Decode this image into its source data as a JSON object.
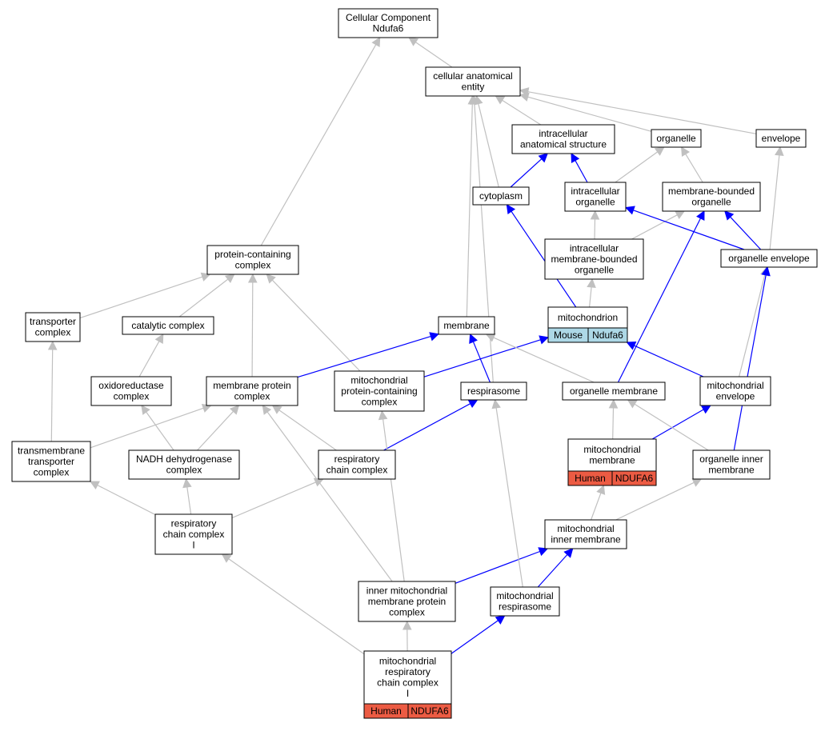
{
  "colors": {
    "gray_edge": "#c0c0c0",
    "blue_edge": "#0000ff",
    "mouse_fill": "#add8e6",
    "human_fill": "#ec5b43",
    "node_stroke": "#000000",
    "node_fill": "#ffffff"
  },
  "nodes": [
    {
      "id": "cc",
      "lines": [
        "Cellular Component",
        "Ndufa6"
      ]
    },
    {
      "id": "cae",
      "lines": [
        "cellular anatomical",
        "entity"
      ]
    },
    {
      "id": "ias",
      "lines": [
        "intracellular",
        "anatomical structure"
      ]
    },
    {
      "id": "organelle",
      "lines": [
        "organelle"
      ]
    },
    {
      "id": "envelope",
      "lines": [
        "envelope"
      ]
    },
    {
      "id": "cytoplasm",
      "lines": [
        "cytoplasm"
      ]
    },
    {
      "id": "iorg",
      "lines": [
        "intracellular",
        "organelle"
      ]
    },
    {
      "id": "mbo",
      "lines": [
        "membrane-bounded",
        "organelle"
      ]
    },
    {
      "id": "imbo",
      "lines": [
        "intracellular",
        "membrane-bounded",
        "organelle"
      ]
    },
    {
      "id": "oenv",
      "lines": [
        "organelle envelope"
      ]
    },
    {
      "id": "pcc",
      "lines": [
        "protein-containing",
        "complex"
      ]
    },
    {
      "id": "tc",
      "lines": [
        "transporter",
        "complex"
      ]
    },
    {
      "id": "cat",
      "lines": [
        "catalytic complex"
      ]
    },
    {
      "id": "mito",
      "lines": [
        "mitochondrion"
      ],
      "table": [
        {
          "species": "Mouse",
          "gene": "Ndufa6"
        }
      ],
      "table_color": "mouse"
    },
    {
      "id": "membrane",
      "lines": [
        "membrane"
      ]
    },
    {
      "id": "oxi",
      "lines": [
        "oxidoreductase",
        "complex"
      ]
    },
    {
      "id": "mpc",
      "lines": [
        "membrane protein",
        "complex"
      ]
    },
    {
      "id": "mpcc",
      "lines": [
        "mitochondrial",
        "protein-containing",
        "complex"
      ]
    },
    {
      "id": "resp",
      "lines": [
        "respirasome"
      ]
    },
    {
      "id": "om",
      "lines": [
        "organelle membrane"
      ]
    },
    {
      "id": "menv",
      "lines": [
        "mitochondrial",
        "envelope"
      ]
    },
    {
      "id": "mm",
      "lines": [
        "mitochondrial",
        "membrane"
      ],
      "table": [
        {
          "species": "Human",
          "gene": "NDUFA6"
        }
      ],
      "table_color": "human"
    },
    {
      "id": "ttc",
      "lines": [
        "transmembrane",
        "transporter",
        "complex"
      ]
    },
    {
      "id": "nadh",
      "lines": [
        "NADH dehydrogenase",
        "complex"
      ]
    },
    {
      "id": "rcc",
      "lines": [
        "respiratory",
        "chain complex"
      ]
    },
    {
      "id": "oim",
      "lines": [
        "organelle inner",
        "membrane"
      ]
    },
    {
      "id": "rcc1",
      "lines": [
        "respiratory",
        "chain complex",
        "I"
      ]
    },
    {
      "id": "mim",
      "lines": [
        "mitochondrial",
        "inner membrane"
      ]
    },
    {
      "id": "impc",
      "lines": [
        "inner mitochondrial",
        "membrane protein",
        "complex"
      ]
    },
    {
      "id": "mresp",
      "lines": [
        "mitochondrial",
        "respirasome"
      ]
    },
    {
      "id": "mrcc1",
      "lines": [
        "mitochondrial",
        "respiratory",
        "chain complex",
        "I"
      ],
      "table": [
        {
          "species": "Human",
          "gene": "NDUFA6"
        }
      ],
      "table_color": "human"
    }
  ],
  "edges": [
    {
      "from": "cae",
      "to": "cc",
      "color": "gray"
    },
    {
      "from": "pcc",
      "to": "cc",
      "color": "gray"
    },
    {
      "from": "ias",
      "to": "cae",
      "color": "gray"
    },
    {
      "from": "organelle",
      "to": "cae",
      "color": "gray"
    },
    {
      "from": "envelope",
      "to": "cae",
      "color": "gray"
    },
    {
      "from": "cytoplasm",
      "to": "cae",
      "color": "gray"
    },
    {
      "from": "membrane",
      "to": "cae",
      "color": "gray"
    },
    {
      "from": "resp",
      "to": "cae",
      "color": "gray"
    },
    {
      "from": "cytoplasm",
      "to": "ias",
      "color": "blue"
    },
    {
      "from": "iorg",
      "to": "ias",
      "color": "blue"
    },
    {
      "from": "iorg",
      "to": "organelle",
      "color": "gray"
    },
    {
      "from": "mbo",
      "to": "organelle",
      "color": "gray"
    },
    {
      "from": "imbo",
      "to": "iorg",
      "color": "gray"
    },
    {
      "from": "imbo",
      "to": "mbo",
      "color": "gray"
    },
    {
      "from": "oenv",
      "to": "iorg",
      "color": "blue"
    },
    {
      "from": "oenv",
      "to": "mbo",
      "color": "blue"
    },
    {
      "from": "oenv",
      "to": "envelope",
      "color": "gray"
    },
    {
      "from": "mito",
      "to": "imbo",
      "color": "gray"
    },
    {
      "from": "mito",
      "to": "cytoplasm",
      "color": "blue"
    },
    {
      "from": "tc",
      "to": "pcc",
      "color": "gray"
    },
    {
      "from": "cat",
      "to": "pcc",
      "color": "gray"
    },
    {
      "from": "mpc",
      "to": "pcc",
      "color": "gray"
    },
    {
      "from": "mpcc",
      "to": "pcc",
      "color": "gray"
    },
    {
      "from": "oxi",
      "to": "cat",
      "color": "gray"
    },
    {
      "from": "mpc",
      "to": "membrane",
      "color": "blue"
    },
    {
      "from": "mpcc",
      "to": "mito",
      "color": "blue"
    },
    {
      "from": "resp",
      "to": "membrane",
      "color": "blue"
    },
    {
      "from": "om",
      "to": "membrane",
      "color": "gray"
    },
    {
      "from": "om",
      "to": "mbo",
      "color": "blue"
    },
    {
      "from": "menv",
      "to": "mito",
      "color": "blue"
    },
    {
      "from": "menv",
      "to": "oenv",
      "color": "gray"
    },
    {
      "from": "mm",
      "to": "om",
      "color": "gray"
    },
    {
      "from": "mm",
      "to": "menv",
      "color": "blue"
    },
    {
      "from": "oim",
      "to": "om",
      "color": "gray"
    },
    {
      "from": "oim",
      "to": "oenv",
      "color": "blue"
    },
    {
      "from": "ttc",
      "to": "tc",
      "color": "gray"
    },
    {
      "from": "ttc",
      "to": "mpc",
      "color": "gray"
    },
    {
      "from": "nadh",
      "to": "oxi",
      "color": "gray"
    },
    {
      "from": "nadh",
      "to": "mpc",
      "color": "gray"
    },
    {
      "from": "rcc",
      "to": "mpc",
      "color": "gray"
    },
    {
      "from": "rcc",
      "to": "resp",
      "color": "blue"
    },
    {
      "from": "rcc1",
      "to": "ttc",
      "color": "gray"
    },
    {
      "from": "rcc1",
      "to": "nadh",
      "color": "gray"
    },
    {
      "from": "rcc1",
      "to": "rcc",
      "color": "gray"
    },
    {
      "from": "mim",
      "to": "mm",
      "color": "gray"
    },
    {
      "from": "mim",
      "to": "oim",
      "color": "gray"
    },
    {
      "from": "impc",
      "to": "mim",
      "color": "blue"
    },
    {
      "from": "impc",
      "to": "mpc",
      "color": "gray"
    },
    {
      "from": "impc",
      "to": "mpcc",
      "color": "gray"
    },
    {
      "from": "mresp",
      "to": "mim",
      "color": "blue"
    },
    {
      "from": "mresp",
      "to": "resp",
      "color": "gray"
    },
    {
      "from": "mrcc1",
      "to": "impc",
      "color": "gray"
    },
    {
      "from": "mrcc1",
      "to": "mresp",
      "color": "blue"
    },
    {
      "from": "mrcc1",
      "to": "rcc1",
      "color": "gray"
    }
  ]
}
